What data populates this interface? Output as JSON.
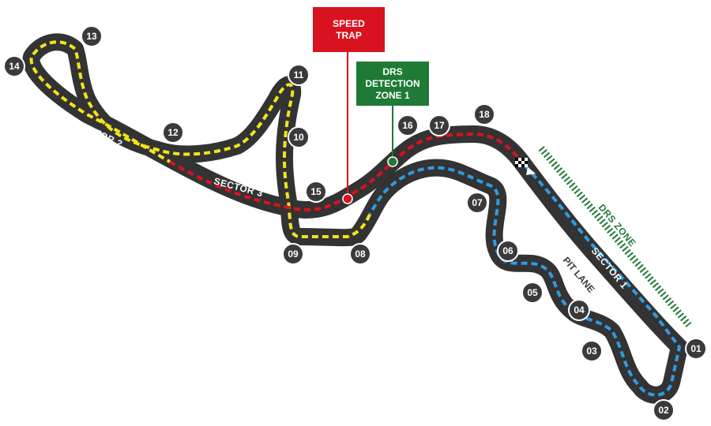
{
  "colors": {
    "track": "#333333",
    "sector1": "#2f9be0",
    "sector2": "#f2e41c",
    "sector3": "#d9121f",
    "drs": "#1e7a34",
    "speed_trap": "#d9121f"
  },
  "corners": [
    "01",
    "02",
    "03",
    "04",
    "05",
    "06",
    "07",
    "08",
    "09",
    "10",
    "11",
    "12",
    "13",
    "14",
    "15",
    "16",
    "17",
    "18"
  ],
  "sectors": {
    "sector1": "SECTOR 1",
    "sector2": "SECTOR 2",
    "sector3": "SECTOR 3"
  },
  "pit_lane": "PIT LANE",
  "drs_zone": "DRS ZONE",
  "speed_trap": {
    "line1": "SPEED",
    "line2": "TRAP"
  },
  "drs_detection": {
    "line1": "DRS",
    "line2": "DETECTION",
    "line3": "ZONE 1"
  }
}
